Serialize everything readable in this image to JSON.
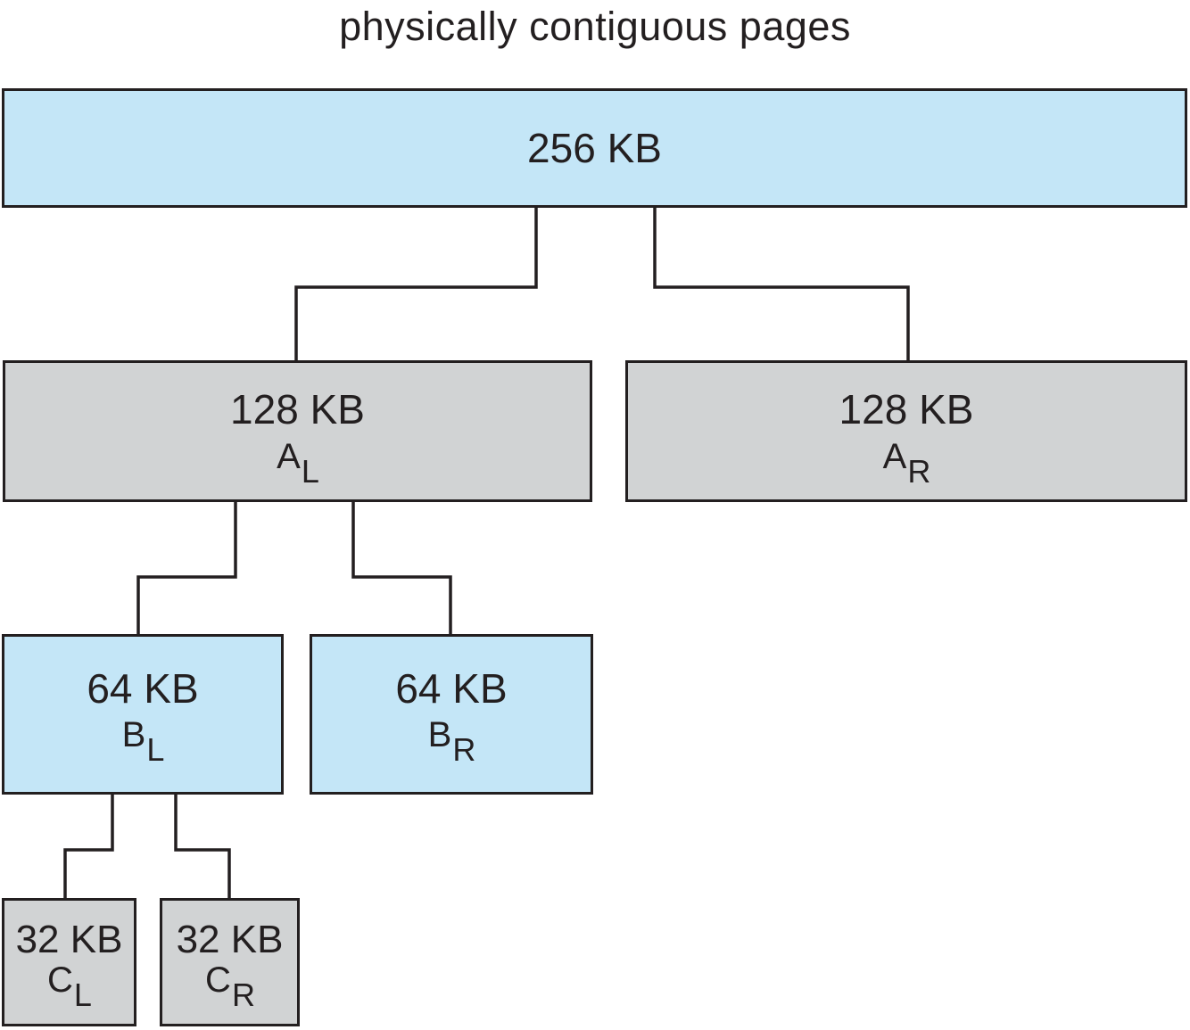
{
  "title": "physically contiguous pages",
  "colors": {
    "box_blue": "#c4e6f7",
    "box_gray": "#d1d3d4",
    "line": "#231f20",
    "background": "#ffffff"
  },
  "tree": {
    "boxes": [
      {
        "id": "root",
        "size": "256 KB",
        "letter": "",
        "subscript": "",
        "fill": "blue"
      },
      {
        "id": "A_L",
        "size": "128 KB",
        "letter": "A",
        "subscript": "L",
        "fill": "gray"
      },
      {
        "id": "A_R",
        "size": "128 KB",
        "letter": "A",
        "subscript": "R",
        "fill": "gray"
      },
      {
        "id": "B_L",
        "size": "64 KB",
        "letter": "B",
        "subscript": "L",
        "fill": "blue"
      },
      {
        "id": "B_R",
        "size": "64 KB",
        "letter": "B",
        "subscript": "R",
        "fill": "blue"
      },
      {
        "id": "C_L",
        "size": "32 KB",
        "letter": "C",
        "subscript": "L",
        "fill": "gray"
      },
      {
        "id": "C_R",
        "size": "32 KB",
        "letter": "C",
        "subscript": "R",
        "fill": "gray"
      }
    ],
    "edges": [
      [
        "root",
        "A_L"
      ],
      [
        "root",
        "A_R"
      ],
      [
        "A_L",
        "B_L"
      ],
      [
        "A_L",
        "B_R"
      ],
      [
        "B_L",
        "C_L"
      ],
      [
        "B_L",
        "C_R"
      ]
    ]
  }
}
